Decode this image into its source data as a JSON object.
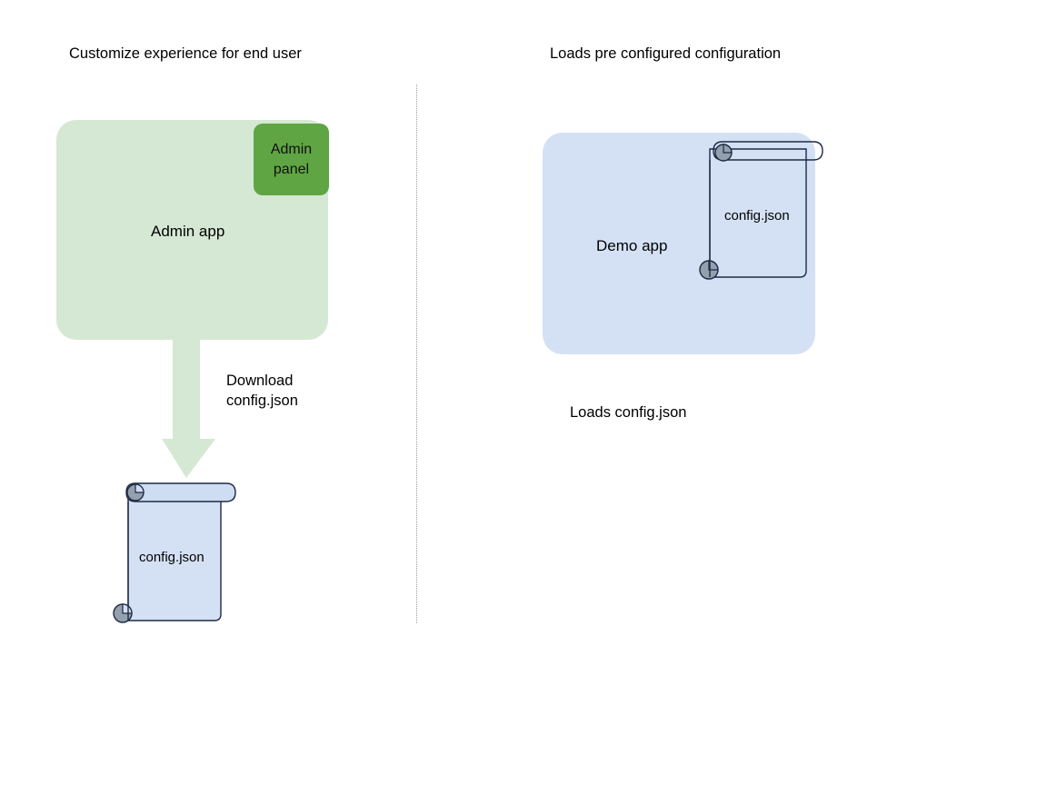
{
  "diagram": {
    "title_left": "Customize experience for end user",
    "title_right": "Loads pre configured configuration",
    "colors": {
      "app_green": "#d5e8d4",
      "panel_green": "#5fa544",
      "app_blue": "#d4e1f5",
      "scroll_stroke": "#1f2a44",
      "scroll_curl": "#93a0ad",
      "divider": "#9a9a9a",
      "text": "#000000"
    },
    "left_flow": {
      "app_label": "Admin app",
      "panel_label": "Admin\npanel",
      "panel_label_line1": "Admin",
      "panel_label_line2": "panel",
      "arrow_label_line1": "Download",
      "arrow_label_line2": "config.json",
      "arrow_direction": "down",
      "document_label": "config.json"
    },
    "right_flow": {
      "app_label": "Demo app",
      "document_label": "config.json",
      "caption": "Loads config.json"
    }
  }
}
